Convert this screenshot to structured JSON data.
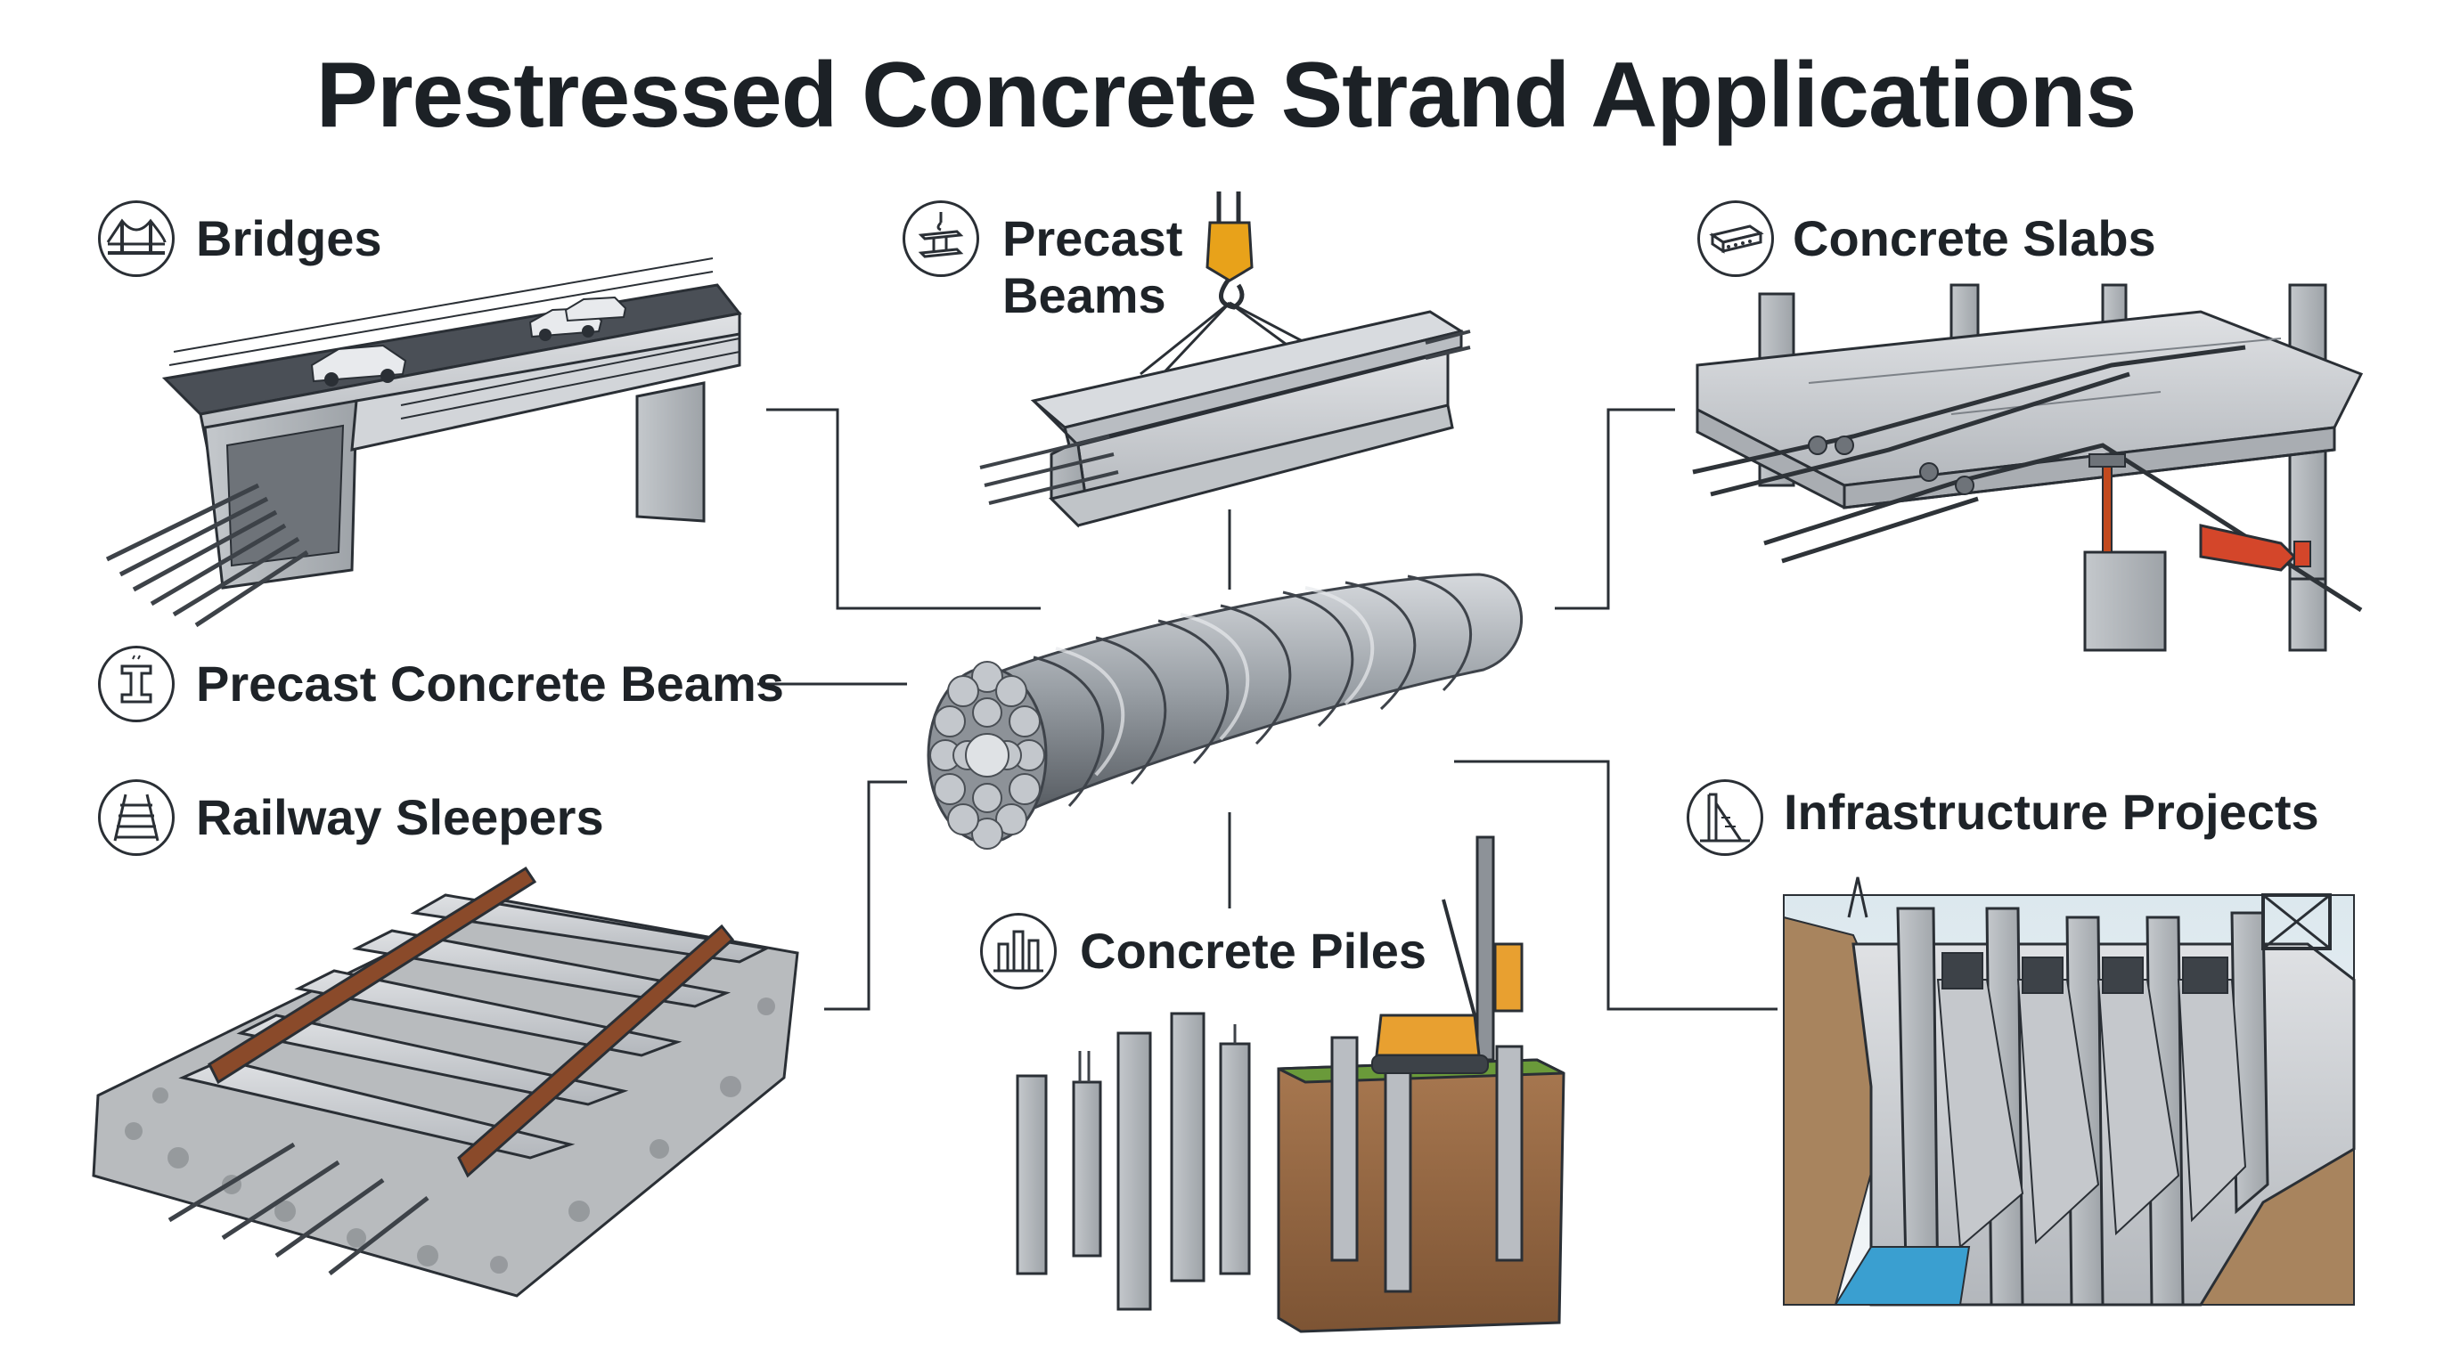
{
  "title": "Prestressed Concrete Strand Applications",
  "applications": {
    "bridges": {
      "label": "Bridges",
      "icon": "bridge-icon"
    },
    "precast_beams": {
      "label_line1": "Precast",
      "label_line2": "Beams",
      "icon": "i-beam-hook-icon"
    },
    "concrete_slabs": {
      "label": "Concrete Slabs",
      "icon": "slab-icon"
    },
    "precast_concrete_beams": {
      "label": "Precast Concrete Beams",
      "icon": "i-beam-icon"
    },
    "railway_sleepers": {
      "label": "Railway Sleepers",
      "icon": "railway-track-icon"
    },
    "concrete_piles": {
      "label": "Concrete Piles",
      "icon": "piles-icon"
    },
    "infrastructure_projects": {
      "label": "Infrastructure Projects",
      "icon": "dam-icon"
    }
  },
  "colors": {
    "concrete": "#c9ccd0",
    "concrete_dark": "#9a9ea3",
    "steel": "#6b7077",
    "rail_rust": "#8a4a2a",
    "hook_yellow": "#e8a21a",
    "jack_red": "#d4462a",
    "rig_orange": "#e8a030",
    "soil": "#9a6b45",
    "water": "#3a9fd0",
    "text": "#1e2328"
  }
}
